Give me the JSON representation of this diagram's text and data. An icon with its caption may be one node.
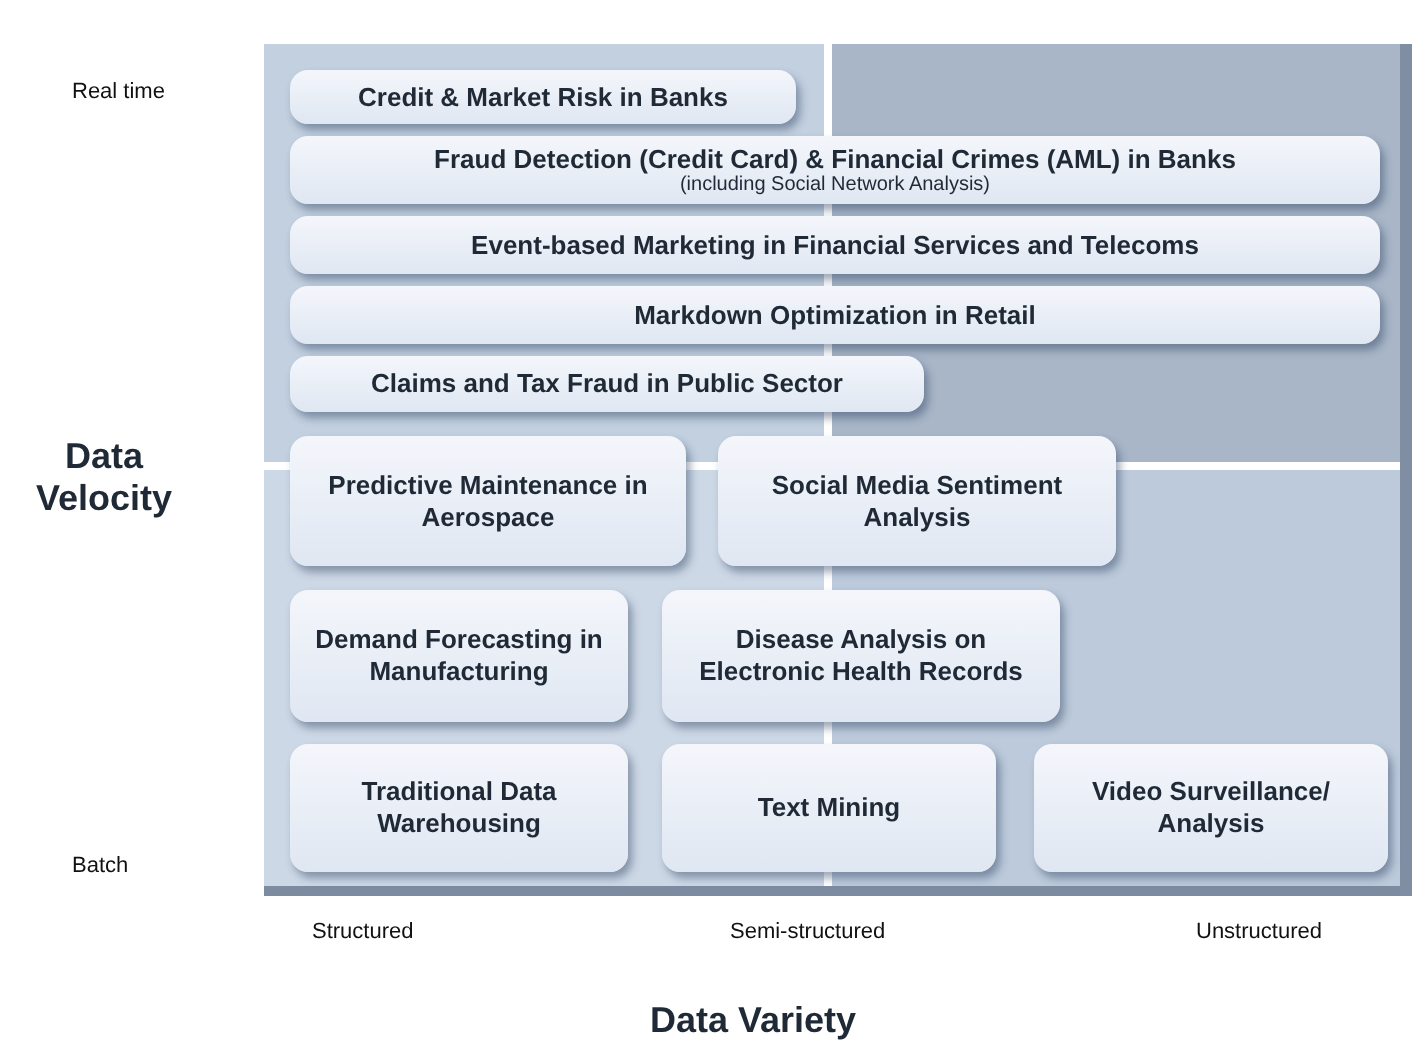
{
  "diagram": {
    "nodes": [
      {
        "text": [
          "Credit & Market Risk in Banks"
        ]
      },
      {
        "text": [
          "Fraud Detection (Credit Card) & Financial Crimes (AML) in Banks",
          "(including Social Network Analysis)"
        ]
      },
      {
        "text": [
          "Event-based Marketing in Financial Services and Telecoms"
        ]
      },
      {
        "text": [
          "Markdown Optimization in Retail"
        ]
      },
      {
        "text": [
          "Claims and Tax Fraud in Public Sector"
        ]
      },
      {
        "text": [
          "Predictive Maintenance in Aerospace"
        ]
      },
      {
        "text": [
          "Social Media Sentiment Analysis"
        ]
      },
      {
        "text": [
          "Demand Forecasting in Manufacturing"
        ]
      },
      {
        "text": [
          "Disease Analysis on Electronic Health Records"
        ]
      },
      {
        "text": [
          "Traditional Data Warehousing"
        ]
      },
      {
        "text": [
          "Text Mining"
        ]
      },
      {
        "text": [
          "Video Surveillance/ Analysis"
        ]
      }
    ],
    "edges": [],
    "labels": [
      "Real time",
      "Data Velocity",
      "Batch",
      "Structured",
      "Semi-structured",
      "Unstructured",
      "Data Variety"
    ]
  }
}
